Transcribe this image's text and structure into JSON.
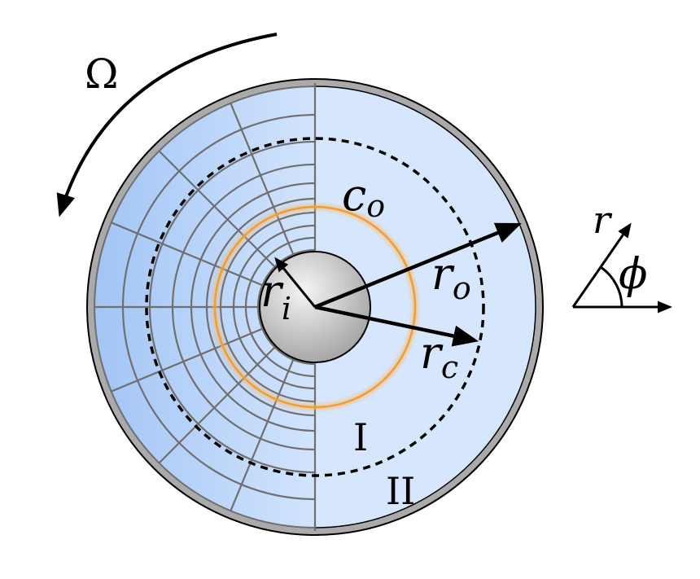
{
  "labels": {
    "rotation": "Ω",
    "outer_concentration": "c",
    "outer_concentration_sub": "o",
    "outer_radius": "r",
    "outer_radius_sub": "o",
    "inner_radius": "r",
    "inner_radius_sub": "i",
    "critical_radius": "r",
    "critical_radius_sub": "c",
    "region_inner": "I",
    "region_outer": "II",
    "coord_radial": "r",
    "coord_angular": "ϕ"
  },
  "colors": {
    "disk_fill_light": "#dbeaff",
    "disk_fill_dark": "#a9cbf6",
    "rim": "#a8a8a8",
    "grid_line": "#6f6f6f",
    "orange_ring": "#f5a623",
    "core_light": "#f4f4f4",
    "core_dark": "#9a9a9a",
    "stroke": "#000000"
  }
}
